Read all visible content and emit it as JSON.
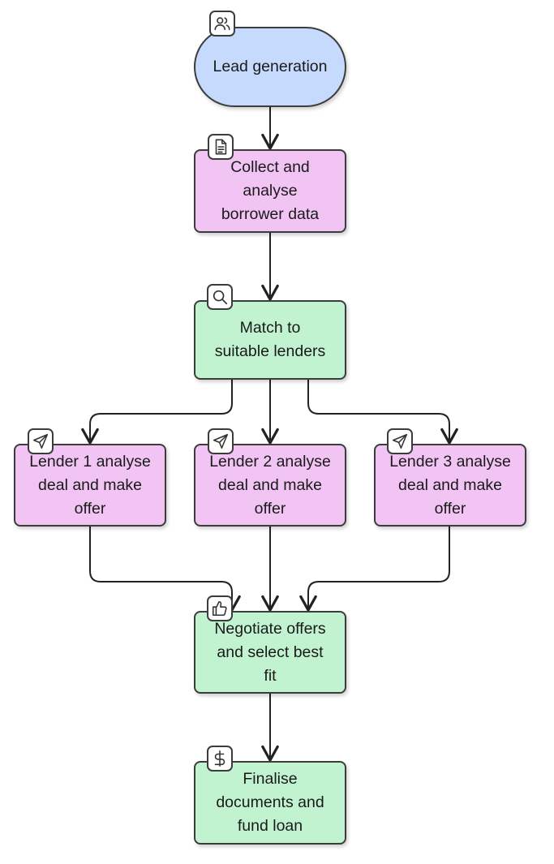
{
  "nodes": {
    "lead": {
      "text": "Lead generation",
      "icon": "users-icon"
    },
    "collect": {
      "text": "Collect and\nanalyse\nborrower data",
      "icon": "document-icon"
    },
    "match": {
      "text": "Match to\nsuitable lenders",
      "icon": "search-icon"
    },
    "lender1": {
      "text": "Lender 1 analyse\ndeal and make\noffer",
      "icon": "send-icon"
    },
    "lender2": {
      "text": "Lender 2 analyse\ndeal and make\noffer",
      "icon": "send-icon"
    },
    "lender3": {
      "text": "Lender 3 analyse\ndeal and make\noffer",
      "icon": "send-icon"
    },
    "negotiate": {
      "text": "Negotiate offers\nand select best\nfit",
      "icon": "thumbs-up-icon"
    },
    "finalise": {
      "text": "Finalise\ndocuments and\nfund loan",
      "icon": "dollar-icon"
    }
  },
  "colors": {
    "start": "#c6dafd",
    "process": "#f1c4f3",
    "decision": "#c1f3d1",
    "stroke": "#3c3c3c"
  }
}
